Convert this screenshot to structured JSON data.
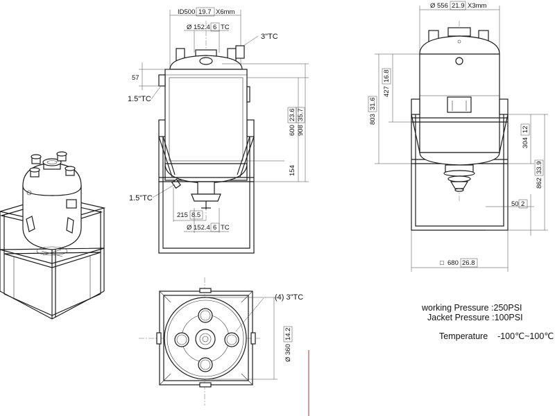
{
  "front_view": {
    "id_label": "ID500",
    "id_inch": "19.7",
    "id_thk": "X6mm",
    "top_port_dia": "152.4",
    "top_port_inch": "6",
    "top_port_type": "TC",
    "side_top_port": "3\"TC",
    "side_port_left": "1.5\"TC",
    "bottom_port_left": "1.5\"TC",
    "dim_57": "57",
    "dim_600": "600",
    "dim_600_inch": "23.6",
    "dim_908": "908",
    "dim_908_inch": "35.7",
    "dim_154": "154",
    "dim_215": "215",
    "dim_215_inch": "8.5",
    "bottom_port_dia": "152.4",
    "bottom_port_inch": "6",
    "bottom_port_type": "TC"
  },
  "side_view": {
    "od_dia": "556",
    "od_inch": "21.9",
    "od_thk": "X3mm",
    "dim_427": "427",
    "dim_427_inch": "16.8",
    "dim_803": "803",
    "dim_803_inch": "31.6",
    "dim_304": "304",
    "dim_304_inch": "12",
    "dim_862": "862",
    "dim_862_inch": "33.9",
    "dim_50": "50",
    "dim_50_inch": "2",
    "frame_size": "680",
    "frame_inch": "26.8"
  },
  "top_view": {
    "ports_label": "(4) 3\"TC",
    "dia": "360",
    "dia_inch": "14.2"
  },
  "specs": {
    "working_pressure": "working Pressure :250PSI",
    "jacket_pressure": "Jacket Pressure :100PSI",
    "temperature": "Temperature    -100℃~100℃"
  },
  "symbols": {
    "diameter": "Ø",
    "square": "□"
  },
  "colors": {
    "line": "#1a1a1a",
    "dim": "#444444",
    "accent": "#b03030"
  }
}
